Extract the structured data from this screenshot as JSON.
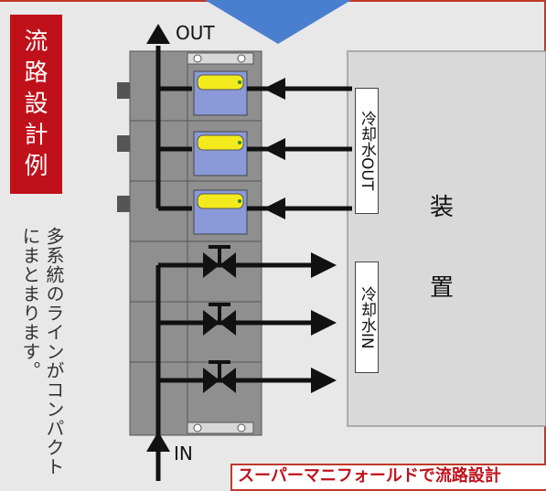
{
  "tag": {
    "chars": [
      "流",
      "路",
      "設",
      "計",
      "例"
    ]
  },
  "vertical_text": {
    "col1": "多系統のラインがコンパクト",
    "col2": "にまとまります。"
  },
  "labels": {
    "out": "OUT",
    "in": "IN"
  },
  "device": {
    "char1": "装",
    "char2": "置"
  },
  "coolant_out_label": "冷却水OUT",
  "coolant_in_label": "冷却水IN",
  "banner": "スーパーマニフォールドで流路設計",
  "colors": {
    "accent_red": "#c0111a",
    "flow_arrow": "#111111",
    "block_gray": "#8f8f8f",
    "flowmeter_blue": "#8a9ad8",
    "flowmeter_yellow": "#f2ea1c",
    "top_triangle": "#4a7fd0"
  }
}
